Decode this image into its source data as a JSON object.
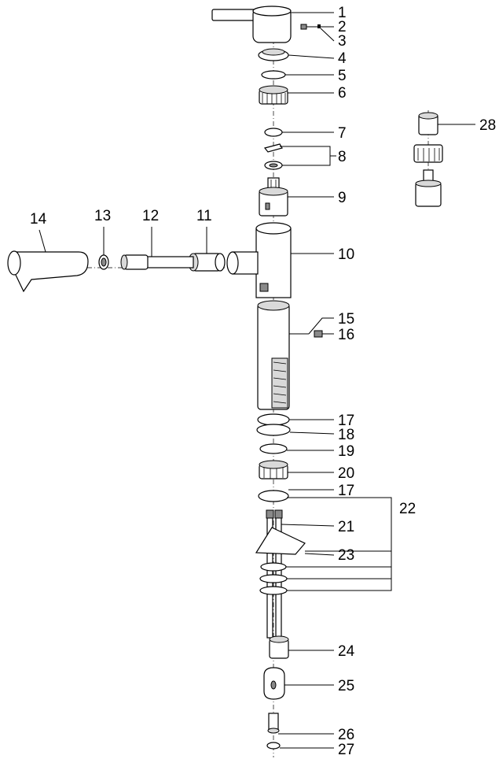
{
  "labels": {
    "p1": "1",
    "p2": "2",
    "p3": "3",
    "p4": "4",
    "p5": "5",
    "p6": "6",
    "p7": "7",
    "p8": "8",
    "p9": "9",
    "p10": "10",
    "p11": "11",
    "p12": "12",
    "p13": "13",
    "p14": "14",
    "p15": "15",
    "p16": "16",
    "p17a": "17",
    "p18": "18",
    "p19": "19",
    "p20": "20",
    "p17b": "17",
    "p21": "21",
    "p22": "22",
    "p23": "23",
    "p24": "24",
    "p25": "25",
    "p26": "26",
    "p27": "27",
    "p28": "28"
  }
}
